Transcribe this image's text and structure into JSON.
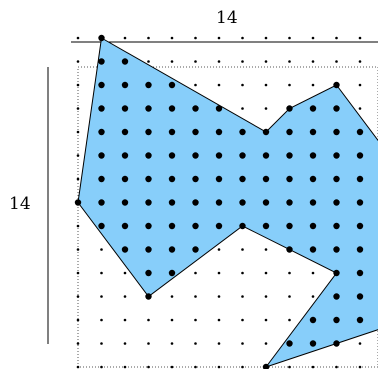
{
  "figure": {
    "top_label": "14",
    "left_label": "14"
  },
  "colors": {
    "fill": "#87cefa",
    "outline": "#000000",
    "dot": "#000000",
    "frame": "#555555"
  },
  "grid": {
    "columns": 14,
    "rows": 14,
    "show_dots": true
  },
  "polygon_vertices": [
    [
      1,
      14
    ],
    [
      8,
      10
    ],
    [
      9,
      11
    ],
    [
      11,
      12
    ],
    [
      14,
      8
    ],
    [
      14,
      2
    ],
    [
      8,
      0
    ],
    [
      11,
      4
    ],
    [
      7,
      6
    ],
    [
      3,
      3
    ],
    [
      0,
      7
    ]
  ]
}
